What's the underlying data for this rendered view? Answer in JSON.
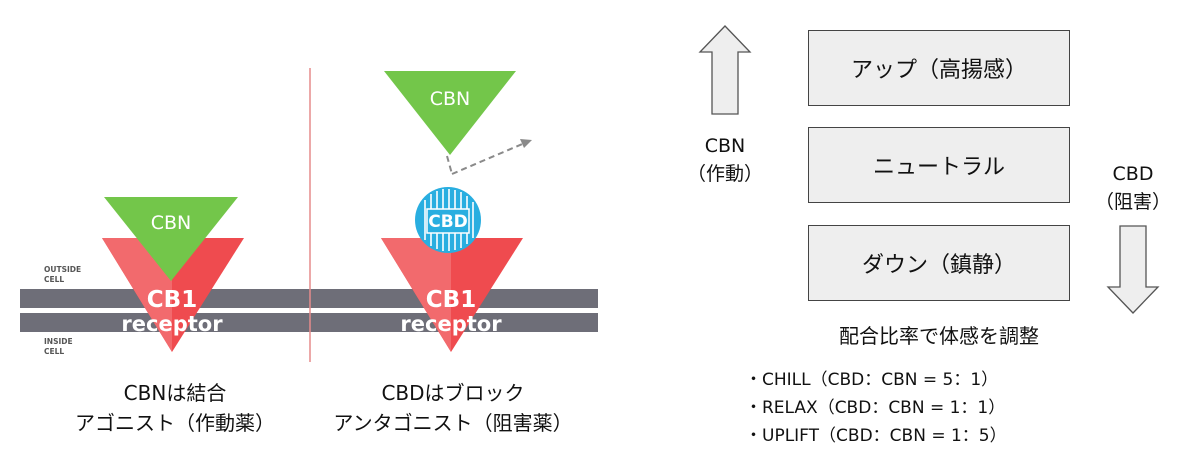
{
  "left_panel": {
    "outside_label_line1": "OUTSIDE",
    "outside_label_line2": "CELL",
    "inside_label_line1": "INSIDE",
    "inside_label_line2": "CELL",
    "agonist": {
      "triangle_label": "CBN",
      "receptor_line1": "CB1",
      "receptor_line2": "receptor",
      "caption_line1": "CBNは結合",
      "caption_line2": "アゴニスト（作動薬）"
    },
    "antagonist": {
      "triangle_label": "CBN",
      "blocker_label": "CBD",
      "receptor_line1": "CB1",
      "receptor_line2": "receptor",
      "caption_line1": "CBDはブロック",
      "caption_line2": "アンタゴニスト（阻害薬）"
    },
    "colors": {
      "green": "#73c64a",
      "red": "#ef4b4f",
      "membrane": "#6e6e78",
      "blue": "#29aee0",
      "divider": "#e58c8c"
    }
  },
  "right_panel": {
    "boxes": [
      {
        "label": "アップ（高揚感）"
      },
      {
        "label": "ニュートラル"
      },
      {
        "label": "ダウン（鎮静）"
      }
    ],
    "up_label_line1": "CBN",
    "up_label_line2": "（作動）",
    "down_label_line1": "CBD",
    "down_label_line2": "（阻害）",
    "ratio_title": "配合比率で体感を調整",
    "ratios": [
      "・CHILL（CBD：CBN = 5：1）",
      "・RELAX（CBD：CBN = 1：1）",
      "・UPLIFT（CBD：CBN = 1：5）"
    ]
  }
}
